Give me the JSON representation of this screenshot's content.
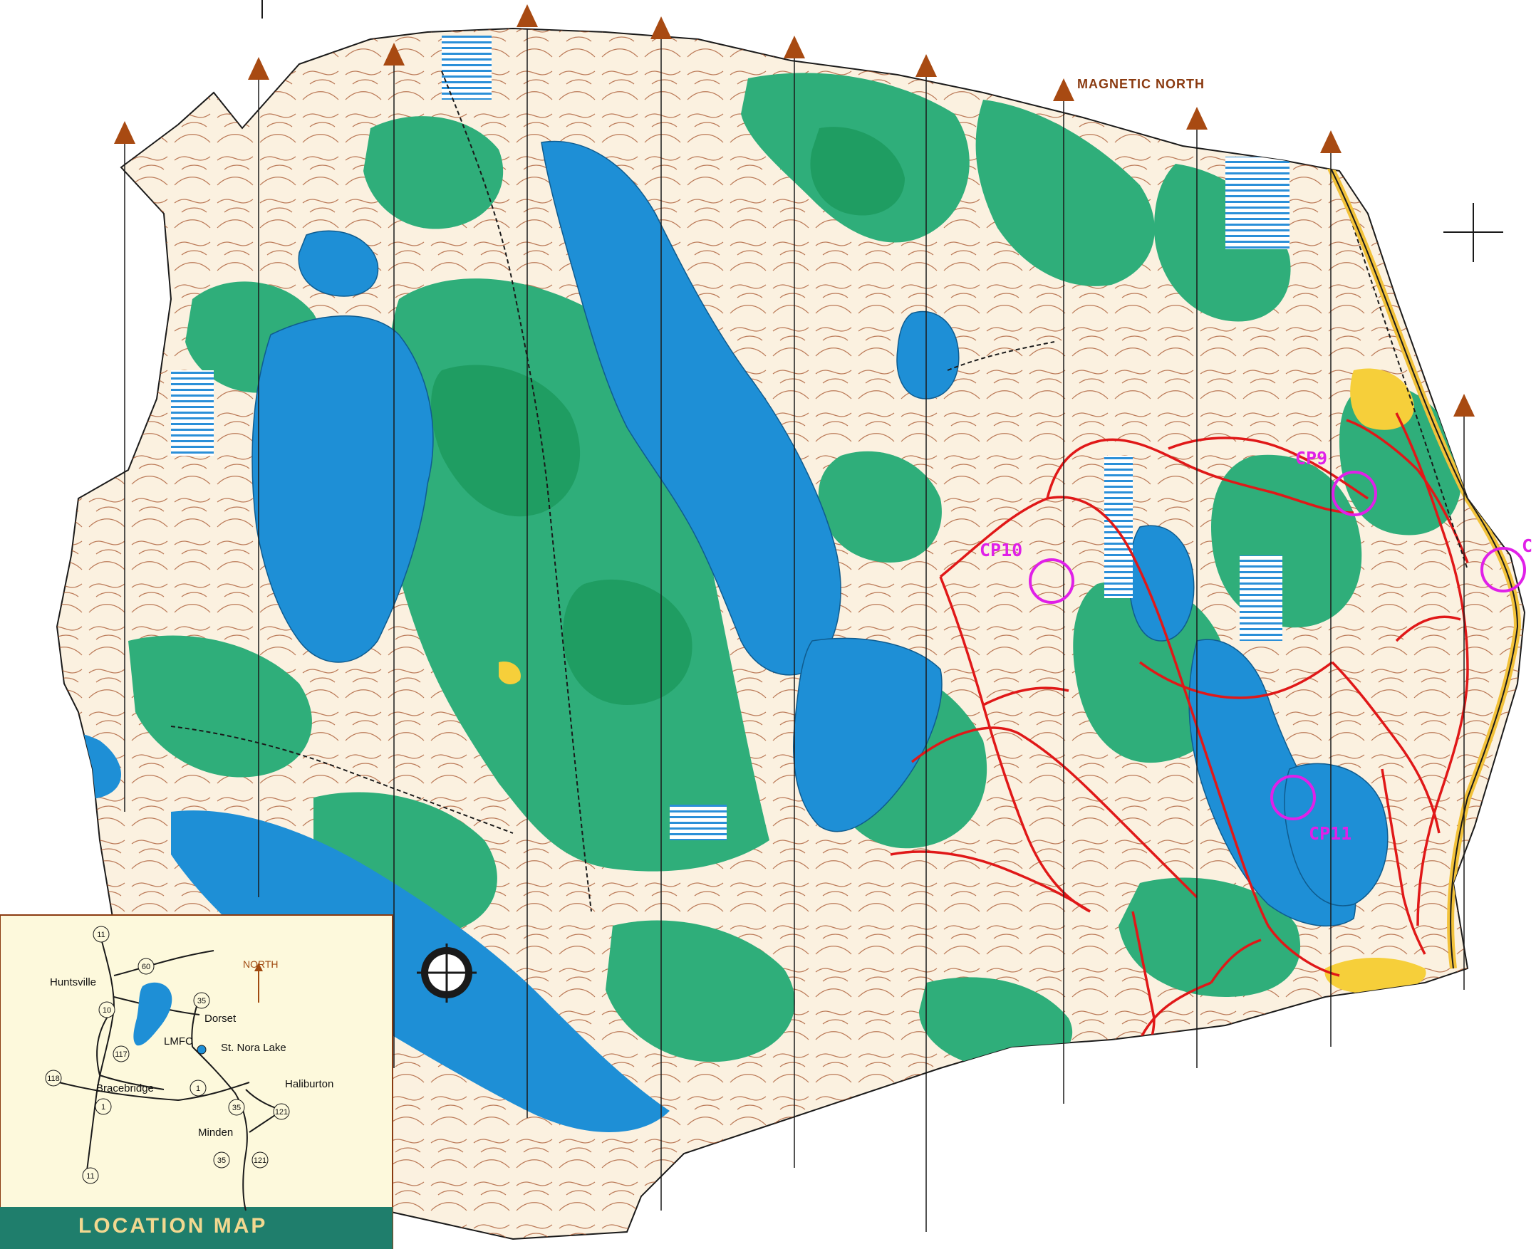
{
  "map": {
    "magnetic_north_label": "MAGNETIC NORTH",
    "checkpoints": [
      {
        "label": "CP9"
      },
      {
        "label": "CP10"
      },
      {
        "label": "CP11"
      },
      {
        "label": "C"
      }
    ]
  },
  "location_map": {
    "title": "LOCATION MAP",
    "north_label": "NORTH",
    "places": [
      "Huntsville",
      "Dorset",
      "LMFC",
      "St. Nora Lake",
      "Bracebridge",
      "Haliburton",
      "Minden"
    ],
    "road_numbers": [
      "11",
      "60",
      "10",
      "35",
      "117",
      "118",
      "1",
      "1",
      "35",
      "121",
      "11",
      "35",
      "121"
    ]
  },
  "colors": {
    "water": "#1e8fd6",
    "forest": "#2fae7a",
    "open_land": "#fbf1e0",
    "contours": "#9a4a1c",
    "route": "#e01818",
    "checkpoint": "#e020e8",
    "location_bg": "#fdf9dc",
    "location_banner": "#1f7e6c"
  }
}
